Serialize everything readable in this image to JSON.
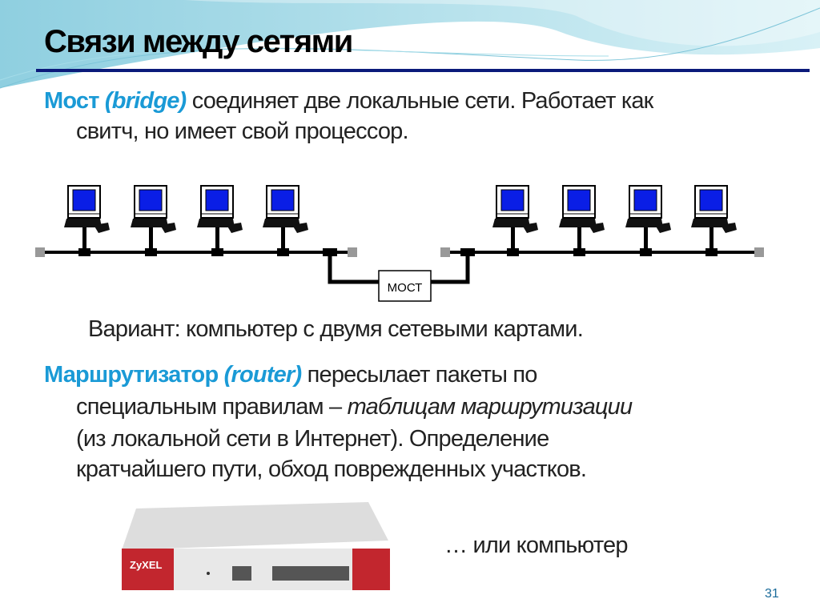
{
  "title": "Связи между сетями",
  "bridge": {
    "term": "Мост",
    "term_en": "(bridge)",
    "line1": "соединяет две локальные сети. Работает как",
    "line2": "свитч, но имеет свой процессор."
  },
  "diagram": {
    "bridge_label": "МОСТ"
  },
  "variant": "Вариант: компьютер с двумя сетевыми картами.",
  "router": {
    "term": "Маршрутизатор",
    "term_en": "(router)",
    "line1": "пересылает пакеты по",
    "line2a": "специальным правилам –",
    "line2b": "таблицам   маршрутизации",
    "line3": "(из локальной сети в Интернет). Определение",
    "line4": "кратчайшего пути, обход поврежденных участков."
  },
  "router_image": {
    "brand": "ZyXEL"
  },
  "or_computer": "… или компьютер",
  "slide_number": "31",
  "colors": {
    "accent": "#1a9ad6",
    "rule": "#0b1a7a",
    "screen": "#0a1ee6"
  }
}
